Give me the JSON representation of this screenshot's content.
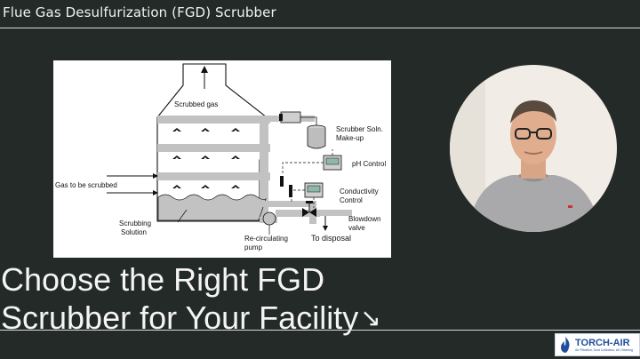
{
  "header": {
    "title": "Flue Gas Desulfurization (FGD) Scrubber"
  },
  "diagram": {
    "labels": {
      "scrubbed_gas": "Scrubbed gas",
      "gas_in": "Gas to be scrubbed",
      "scrubbing_solution_1": "Scrubbing",
      "scrubbing_solution_2": "Solution",
      "makeup_1": "Scrubber Soln.",
      "makeup_2": "Make-up",
      "ph_control": "pH Control",
      "conductivity_1": "Conductivity",
      "conductivity_2": "Control",
      "blowdown_1": "Blowdown",
      "blowdown_2": "valve",
      "pump_1": "Re-circulating",
      "pump_2": "pump",
      "disposal": "To disposal"
    }
  },
  "headline": {
    "line1": "Choose the Right FGD",
    "line2": "Scrubber for Your Facility",
    "arrow": "↘"
  },
  "logo": {
    "brand": "TORCH-AIR",
    "tagline": "Air Filtration, Dust Collection, Air Cleaning",
    "accent": "#1f4e9c"
  }
}
